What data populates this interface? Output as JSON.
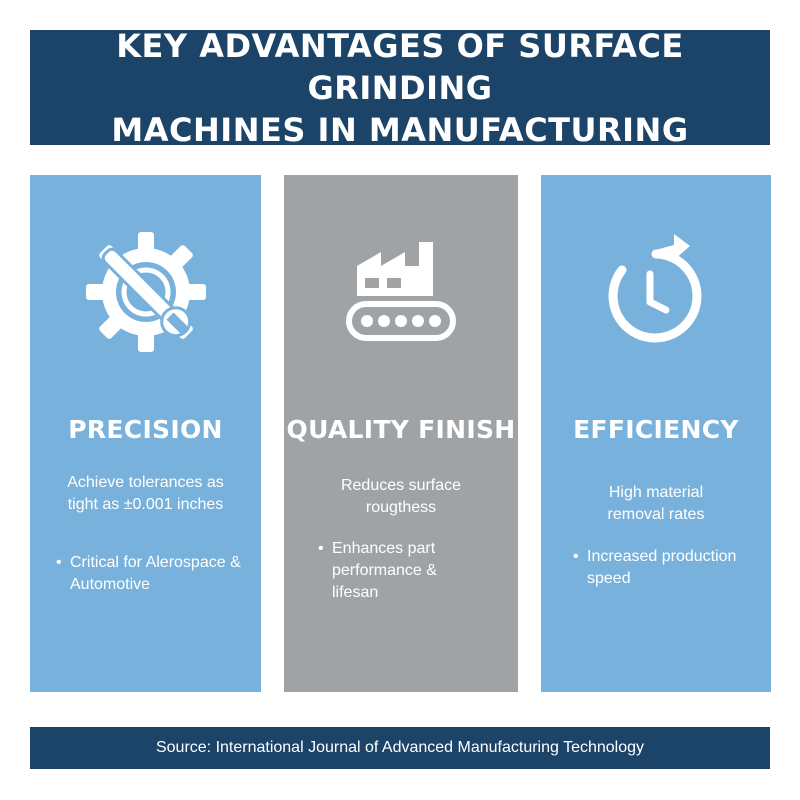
{
  "header": {
    "title_line1": "KEY ADVANTAGES OF SURFACE GRINDING",
    "title_line2": "MACHINES IN MANUFACTURING"
  },
  "cards": [
    {
      "title": "PRECISION",
      "description": "Achieve tolerances as tight as ±0.001 inches",
      "bullet": "Critical for Alerospace & Automotive",
      "icon": "gear-wrench-icon",
      "color": "#78b2dc"
    },
    {
      "title": "QUALITY FINISH",
      "description": "Reduces surface rougthess",
      "bullet": "Enhances part performance & lifesan",
      "icon": "factory-conveyor-icon",
      "color": "#a0a3a6"
    },
    {
      "title": "EFFICIENCY",
      "description": "High material removal rates",
      "bullet": "Increased production speed",
      "icon": "clock-refresh-icon",
      "color": "#78b2dc"
    }
  ],
  "footer": {
    "source": "Source: International Journal of Advanced Manufacturing Technology"
  },
  "colors": {
    "navy": "#1c4368",
    "blue": "#78b2dc",
    "gray": "#a0a3a6"
  }
}
